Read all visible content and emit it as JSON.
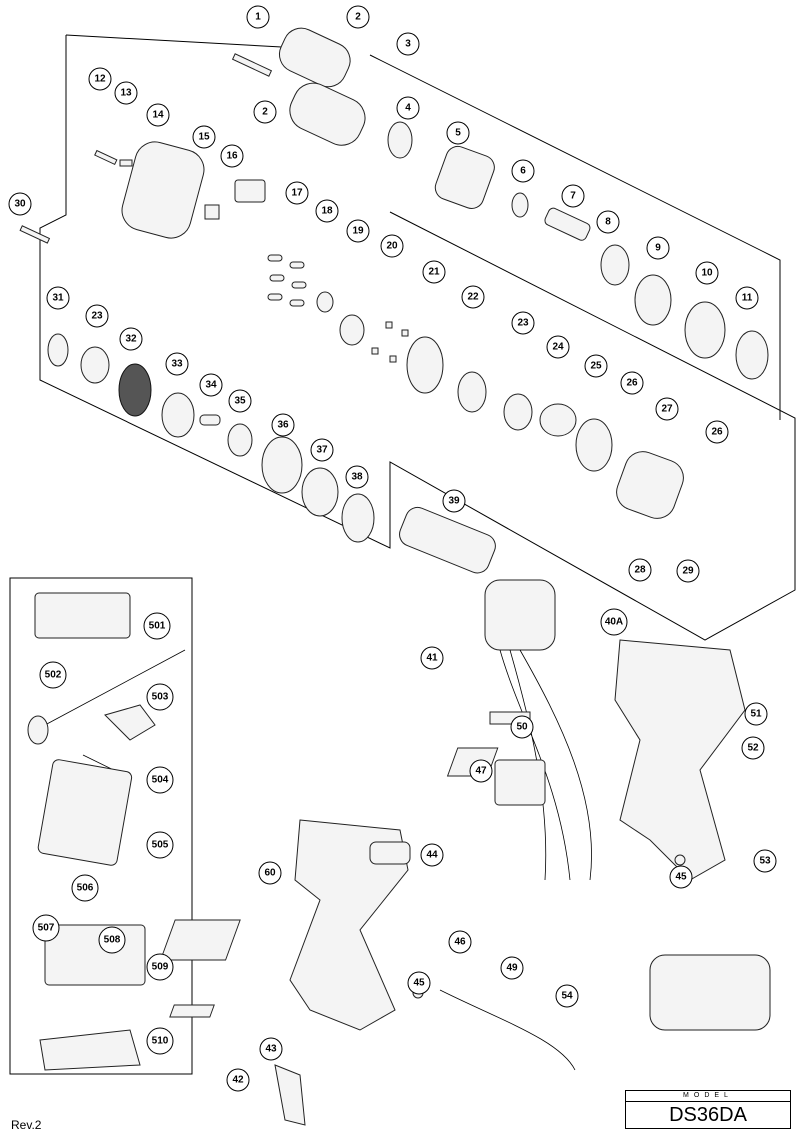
{
  "model": {
    "label": "MODEL",
    "name": "DS36DA"
  },
  "revision": "Rev.2",
  "callouts": [
    "1",
    "2",
    "3",
    "2",
    "4",
    "5",
    "6",
    "7",
    "8",
    "9",
    "10",
    "11",
    "12",
    "13",
    "14",
    "15",
    "16",
    "17",
    "18",
    "19",
    "20",
    "21",
    "22",
    "23",
    "24",
    "25",
    "26",
    "27",
    "26",
    "28",
    "29",
    "30",
    "31",
    "23",
    "32",
    "33",
    "34",
    "35",
    "36",
    "37",
    "38",
    "39",
    "40A",
    "41",
    "51",
    "52",
    "50",
    "47",
    "44",
    "60",
    "45",
    "53",
    "49",
    "45",
    "46",
    "54",
    "43",
    "42",
    "501",
    "502",
    "503",
    "504",
    "505",
    "506",
    "507",
    "508",
    "509",
    "510"
  ]
}
